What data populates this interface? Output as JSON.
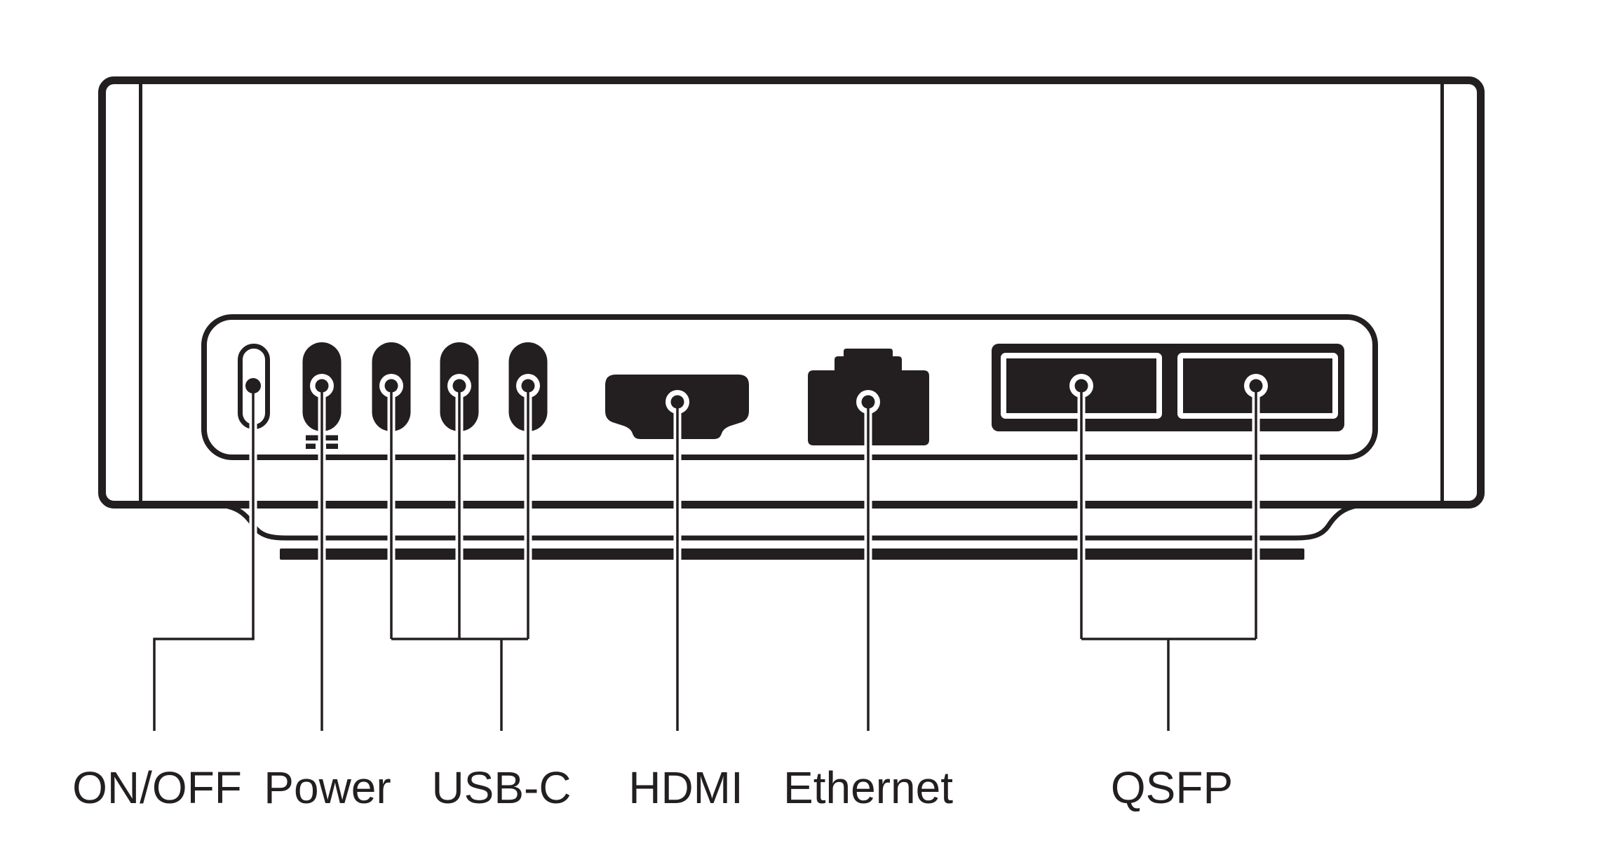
{
  "diagram": {
    "kind": "device-rear-panel-port-diagram",
    "colors": {
      "ink": "#231F20",
      "background": "#FFFFFF"
    },
    "icons": {
      "on-off-button-icon": "outlined-pill-with-dot",
      "power-port-icon": "black-pill-with-ring",
      "usb-c-port-icon": "black-pill-with-ring",
      "hdmi-port-icon": "hdmi-receptacle-silhouette-with-ring",
      "ethernet-port-icon": "rj45-silhouette-with-ring",
      "qsfp-port-icon": "dual-cage-rectangles-with-rings",
      "dc-power-icon": "dashed-dc-symbol"
    }
  },
  "ports": [
    {
      "id": "on-off",
      "label": "ON/OFF",
      "count": 1
    },
    {
      "id": "power",
      "label": "Power",
      "count": 1
    },
    {
      "id": "usb-c",
      "label": "USB-C",
      "count": 3
    },
    {
      "id": "hdmi",
      "label": "HDMI",
      "count": 1
    },
    {
      "id": "ethernet",
      "label": "Ethernet",
      "count": 1
    },
    {
      "id": "qsfp",
      "label": "QSFP",
      "count": 2
    }
  ]
}
